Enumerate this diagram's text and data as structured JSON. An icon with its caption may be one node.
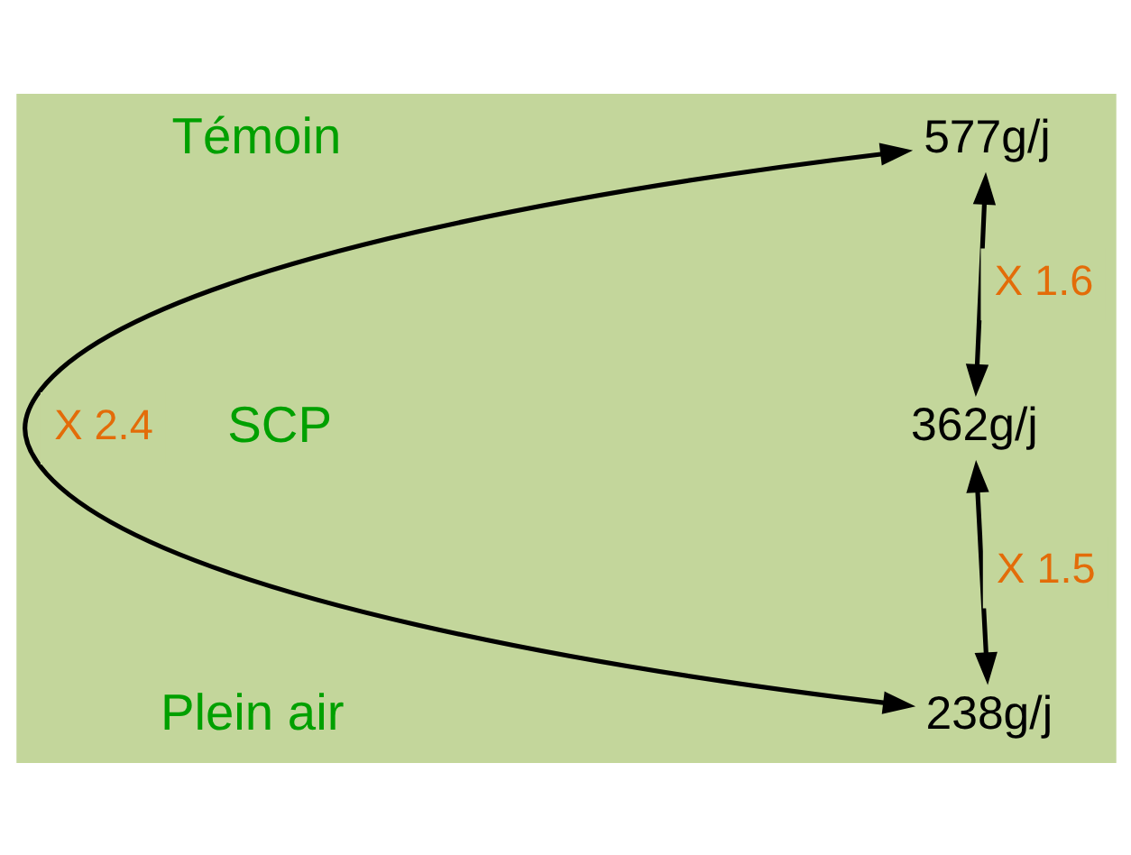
{
  "diagram": {
    "nodes": [
      {
        "text": [
          "577g/j"
        ]
      },
      {
        "text": [
          "362g/j"
        ]
      },
      {
        "text": [
          "238g/j"
        ]
      }
    ],
    "edges": [
      {
        "from": 0,
        "to": 1,
        "arrow": "both",
        "label": "X 1.6"
      },
      {
        "from": 1,
        "to": 2,
        "arrow": "both",
        "label": "X 1.5"
      },
      {
        "from": 0,
        "to": 2,
        "arrow": "both",
        "label": "X 2.4"
      }
    ],
    "labels": [
      "Témoin",
      "SCP",
      "Plein air"
    ]
  }
}
